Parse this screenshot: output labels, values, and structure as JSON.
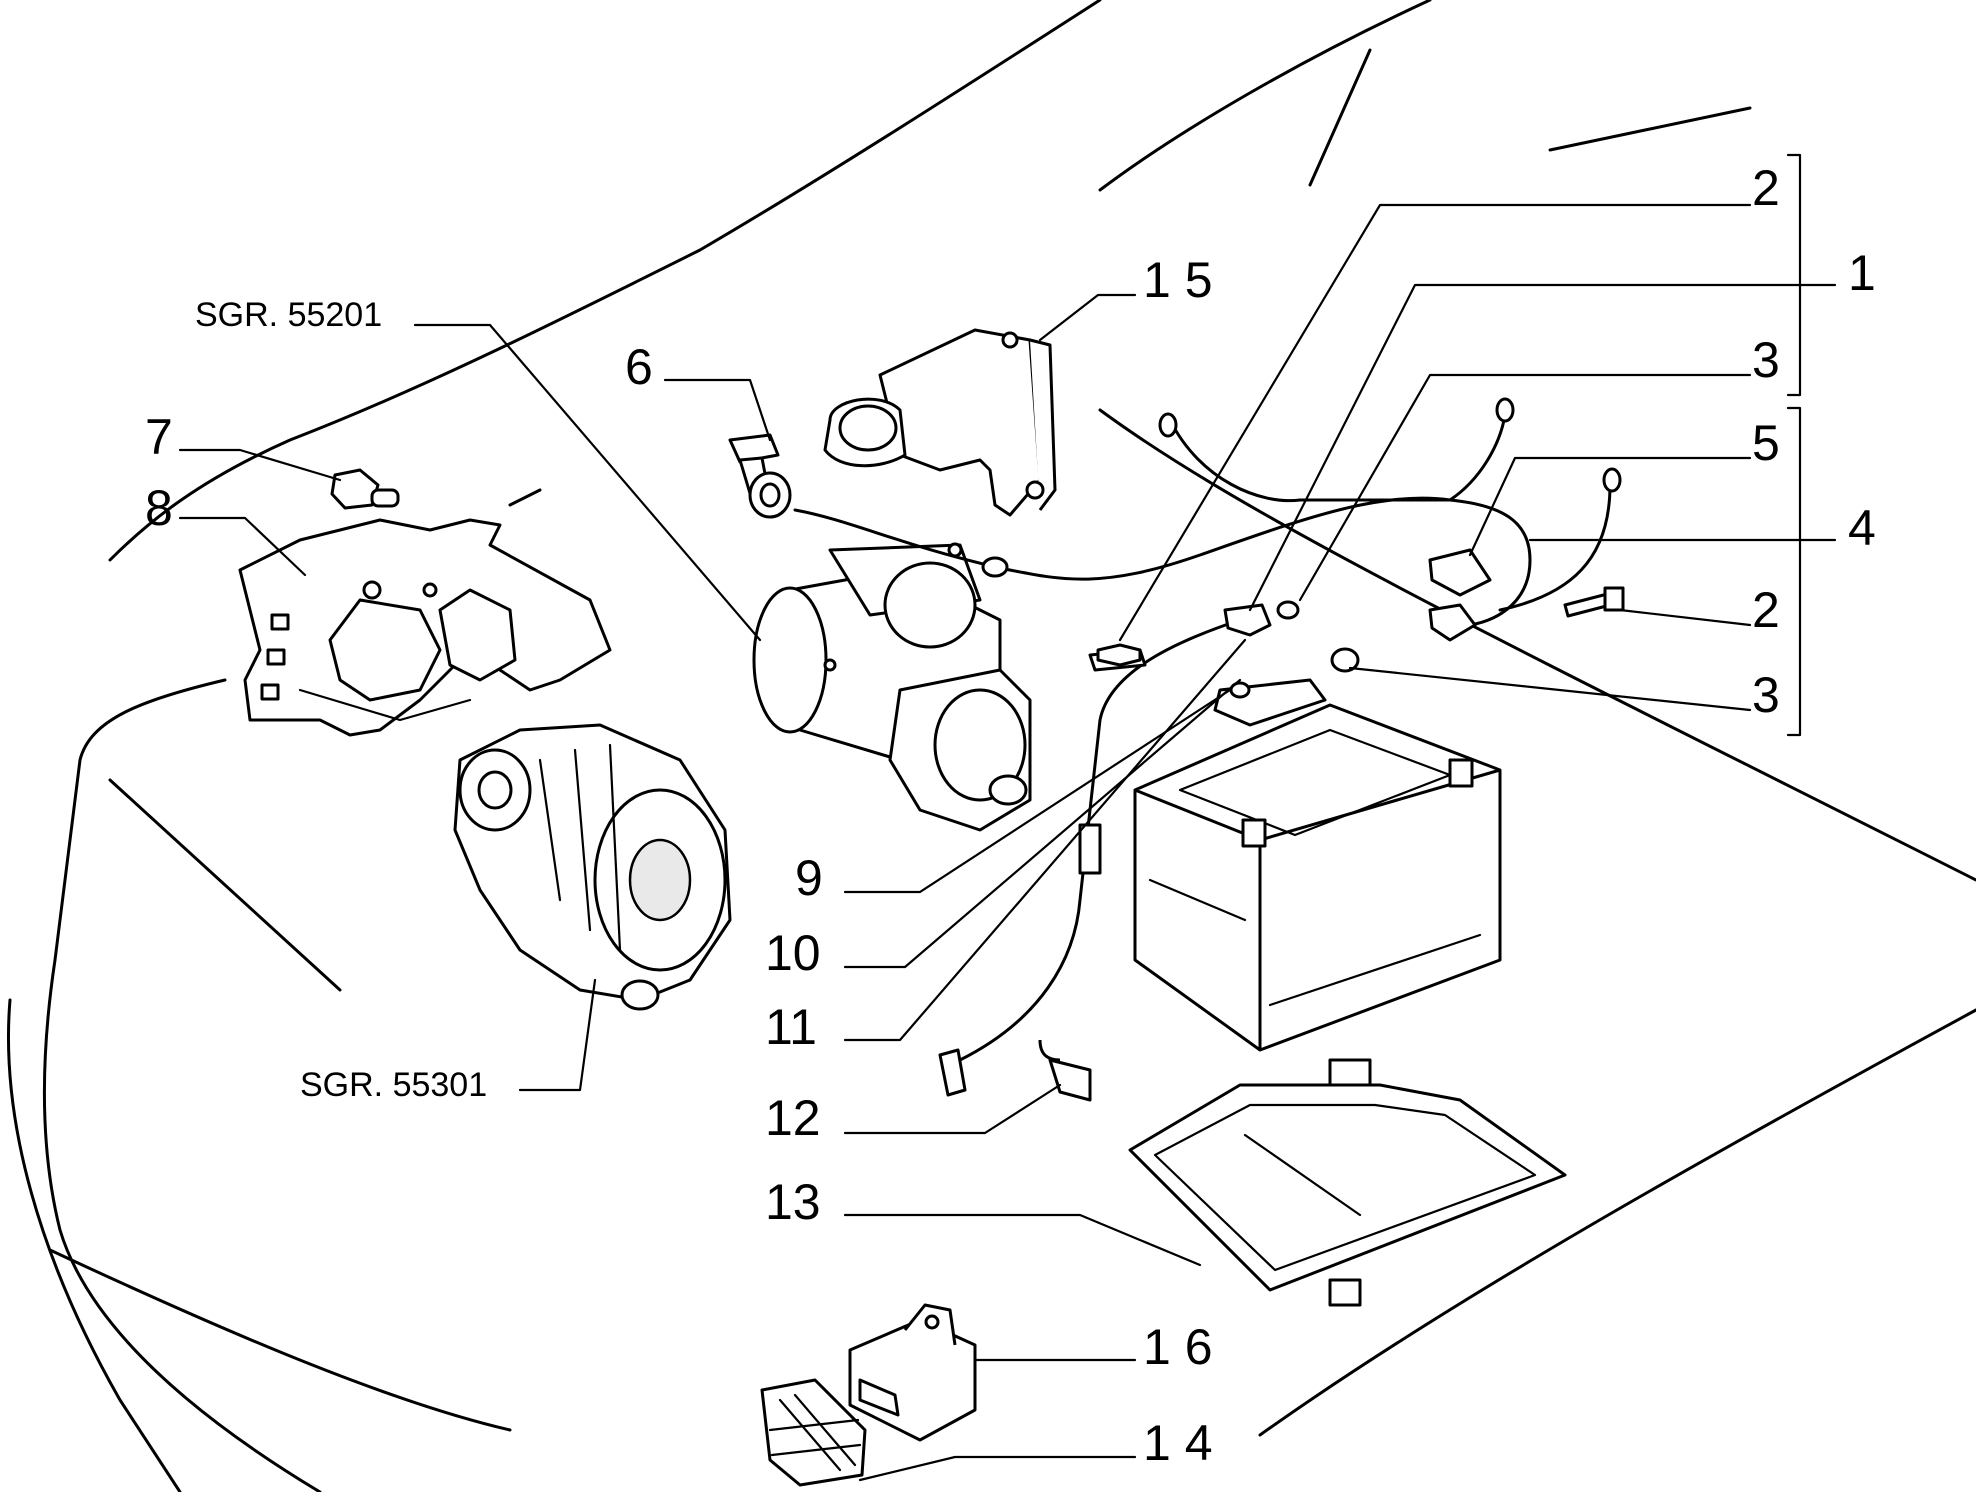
{
  "callouts": [
    {
      "id": "c2a",
      "text": "2"
    },
    {
      "id": "c1",
      "text": "1"
    },
    {
      "id": "c15",
      "text": "1 5"
    },
    {
      "id": "c3a",
      "text": "3"
    },
    {
      "id": "c5",
      "text": "5"
    },
    {
      "id": "c4",
      "text": "4"
    },
    {
      "id": "c2b",
      "text": "2"
    },
    {
      "id": "c3b",
      "text": "3"
    },
    {
      "id": "c6",
      "text": "6"
    },
    {
      "id": "c7",
      "text": "7"
    },
    {
      "id": "c8",
      "text": "8"
    },
    {
      "id": "c9",
      "text": "9"
    },
    {
      "id": "c10",
      "text": "10"
    },
    {
      "id": "c11",
      "text": "11"
    },
    {
      "id": "c12",
      "text": "12"
    },
    {
      "id": "c13",
      "text": "13"
    },
    {
      "id": "c16",
      "text": "1 6"
    },
    {
      "id": "c14",
      "text": "1 4"
    }
  ],
  "references": [
    {
      "id": "sgr1",
      "text": "SGR. 55201"
    },
    {
      "id": "sgr2",
      "text": "SGR. 55301"
    }
  ]
}
